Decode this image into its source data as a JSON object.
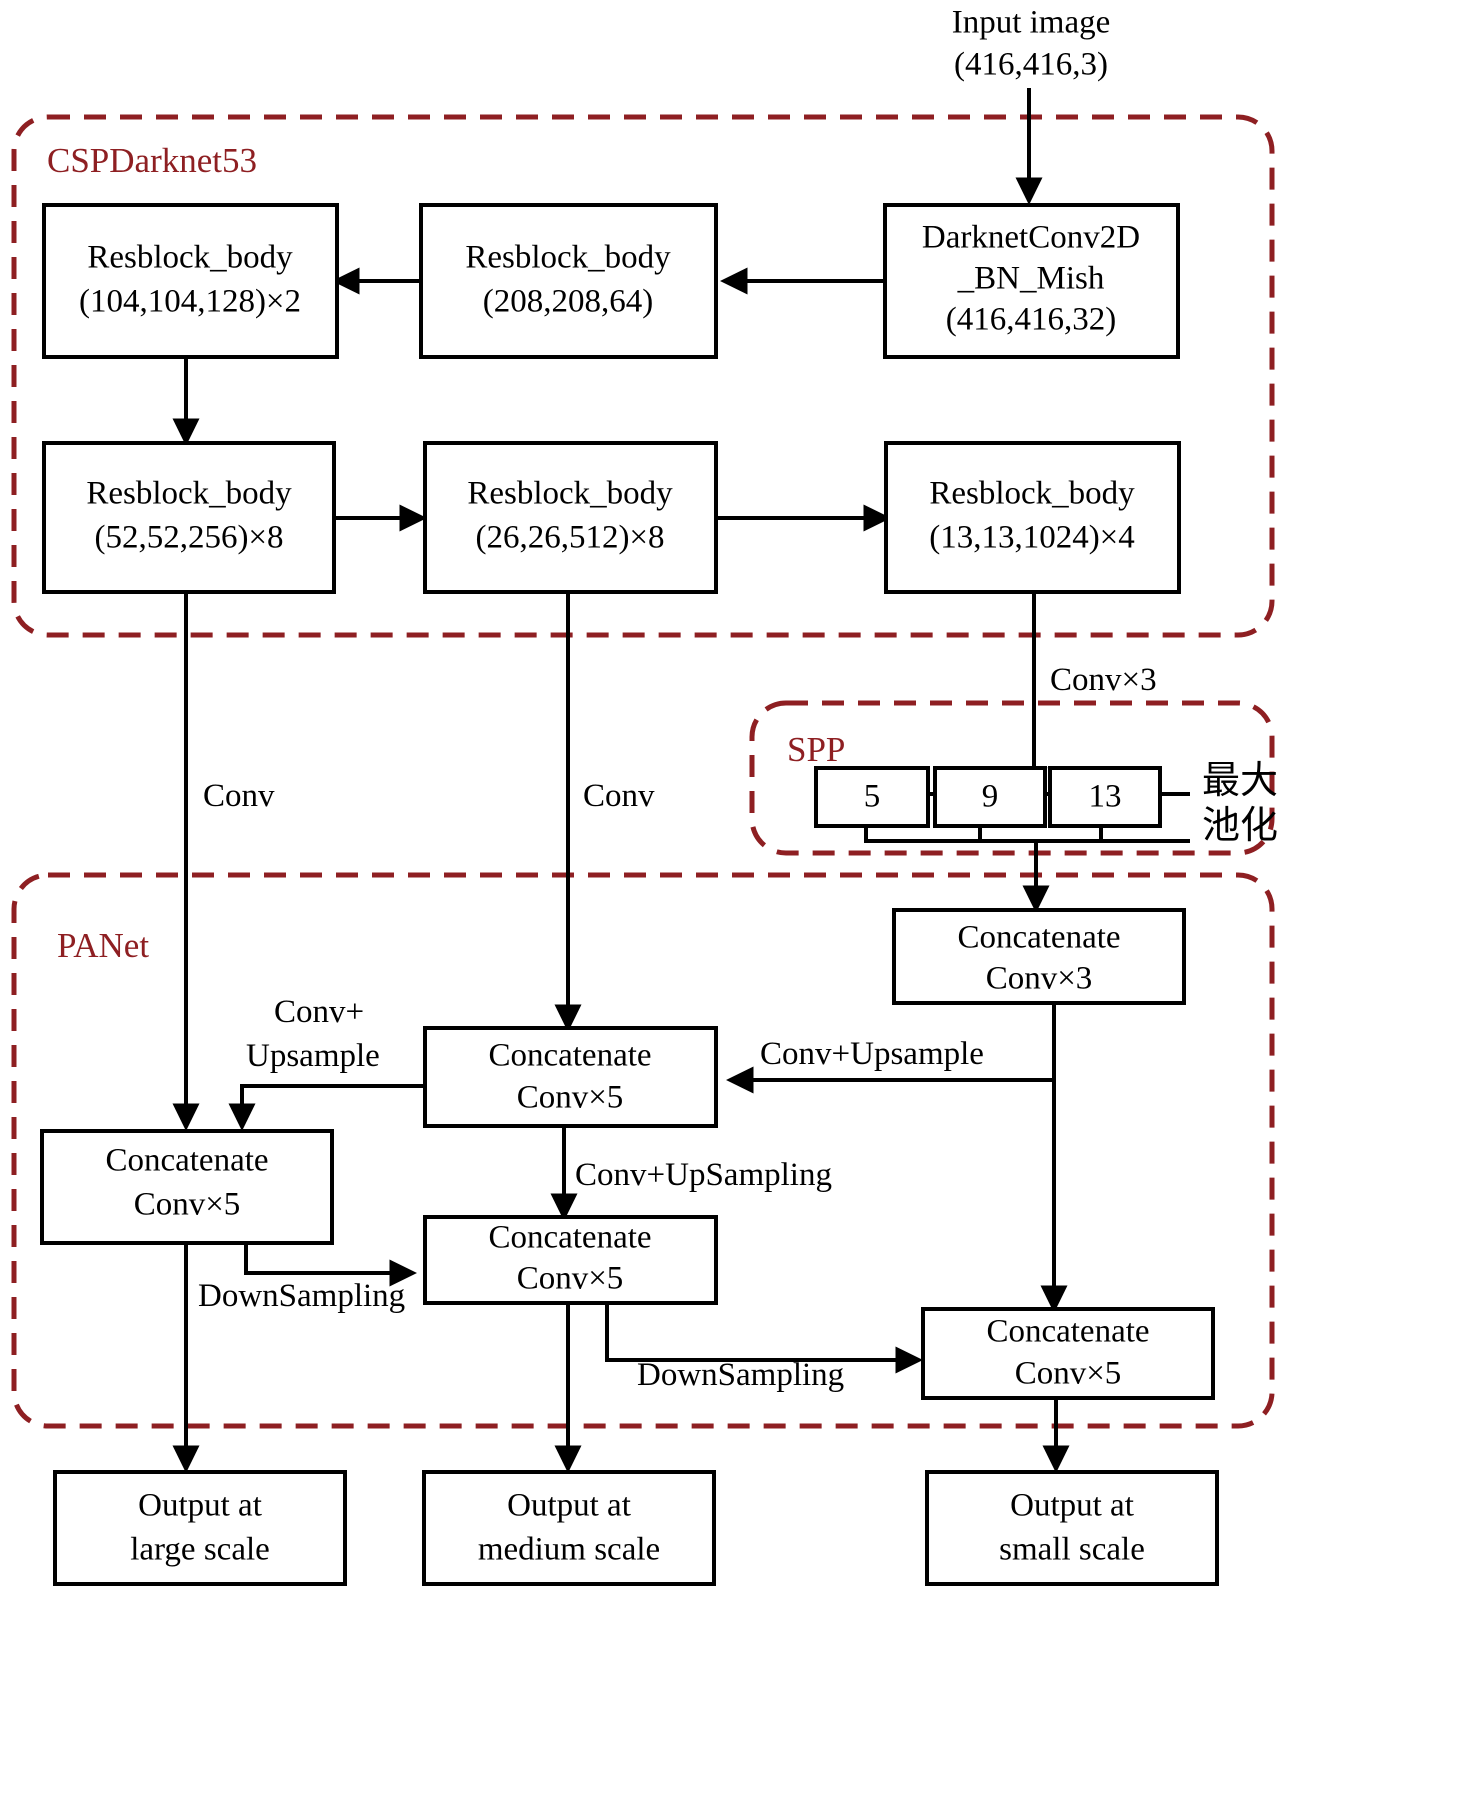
{
  "diagram": {
    "title": "YOLOv4 network architecture (CSPDarknet53 + SPP + PANet)",
    "colors": {
      "group_border": "#8e1f22",
      "group_label": "#8e1f22",
      "node_border": "#000000",
      "node_fill": "#ffffff",
      "arrow": "#000000"
    }
  },
  "input": {
    "line1": "Input image",
    "line2": "(416,416,3)"
  },
  "groups": {
    "backbone": {
      "label": "CSPDarknet53"
    },
    "spp": {
      "label": "SPP"
    },
    "panet": {
      "label": "PANet"
    }
  },
  "backbone_nodes": [
    {
      "id": "darknetconv",
      "line1": "DarknetConv2D",
      "line2": "_BN_Mish",
      "line3": "(416,416,32)"
    },
    {
      "id": "res208",
      "line1": "Resblock_body",
      "line2": "(208,208,64)"
    },
    {
      "id": "res104",
      "line1": "Resblock_body",
      "line2": "(104,104,128)×2"
    },
    {
      "id": "res52",
      "line1": "Resblock_body",
      "line2": "(52,52,256)×8"
    },
    {
      "id": "res26",
      "line1": "Resblock_body",
      "line2": "(26,26,512)×8"
    },
    {
      "id": "res13",
      "line1": "Resblock_body",
      "line2": "(13,13,1024)×4"
    }
  ],
  "spp_nodes": {
    "pool_sizes": [
      "5",
      "9",
      "13"
    ],
    "side_label_line1": "最大",
    "side_label_line2": "池化"
  },
  "panet_nodes": [
    {
      "id": "concat_conv3",
      "line1": "Concatenate",
      "line2": "Conv×3"
    },
    {
      "id": "concat_top_mid",
      "line1": "Concatenate",
      "line2": "Conv×5"
    },
    {
      "id": "concat_left",
      "line1": "Concatenate",
      "line2": "Conv×5"
    },
    {
      "id": "concat_bottom_mid",
      "line1": "Concatenate",
      "line2": "Conv×5"
    },
    {
      "id": "concat_bottom_right",
      "line1": "Concatenate",
      "line2": "Conv×5"
    }
  ],
  "outputs": [
    {
      "id": "out_large",
      "line1": "Output at",
      "line2": "large scale"
    },
    {
      "id": "out_medium",
      "line1": "Output at",
      "line2": "medium scale"
    },
    {
      "id": "out_small",
      "line1": "Output at",
      "line2": "small scale"
    }
  ],
  "edge_labels": {
    "conv_x3": "Conv×3",
    "conv_left": "Conv",
    "conv_mid": "Conv",
    "conv_upsample_two_line_1": "Conv+",
    "conv_upsample_two_line_2": "Upsample",
    "conv_upsample_right": "Conv+Upsample",
    "conv_upsampling": "Conv+UpSampling",
    "downsampling_left": "DownSampling",
    "downsampling_right": "DownSampling"
  }
}
